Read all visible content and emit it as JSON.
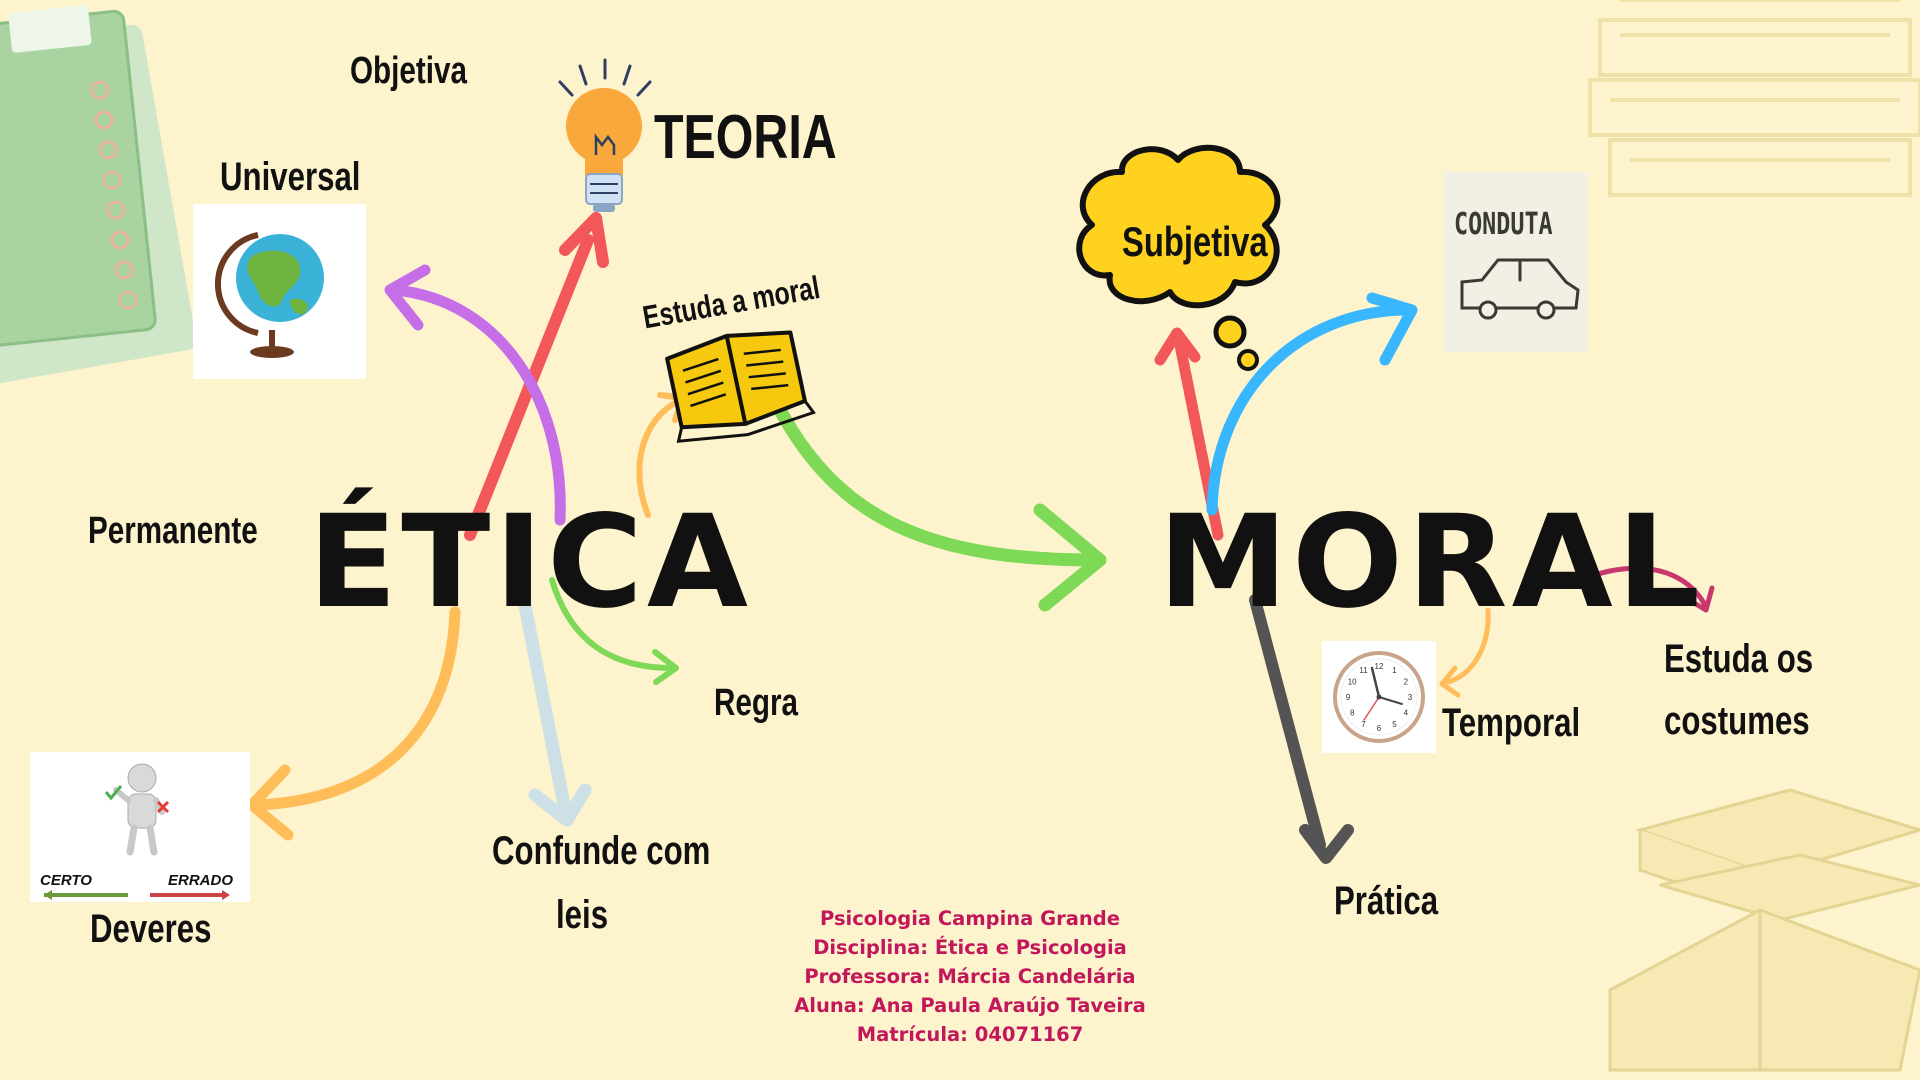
{
  "etica": {
    "title": "ÉTICA",
    "branches": {
      "objetiva": "Objetiva",
      "teoria": "TEORIA",
      "universal": "Universal",
      "permanente": "Permanente",
      "regra": "Regra",
      "confunde_line1": "Confunde com",
      "confunde_line2": "leis",
      "deveres": "Deveres",
      "estuda_moral": "Estuda a moral"
    }
  },
  "moral": {
    "title": "MORAL",
    "branches": {
      "subjetiva": "Subjetiva",
      "conduta": "CONDUTA",
      "temporal": "Temporal",
      "estuda_costumes_line1": "Estuda os",
      "estuda_costumes_line2": "costumes",
      "pratica": "Prática"
    }
  },
  "deveres_card": {
    "certo": "CERTO",
    "errado": "ERRADO"
  },
  "clock": {
    "numbers": [
      "12",
      "1",
      "2",
      "3",
      "4",
      "5",
      "6",
      "7",
      "8",
      "9",
      "10",
      "11"
    ]
  },
  "credits": {
    "line1": "Psicologia  Campina Grande",
    "line2": "Disciplina: Ética e Psicologia",
    "line3": "Professora: Márcia Candelária",
    "line4": "Aluna: Ana Paula Araújo Taveira",
    "line5": "Matrícula: 04071167"
  },
  "colors": {
    "background": "#fdf3cd",
    "red_arrow": "#f2575a",
    "purple_arrow": "#c56ee8",
    "green_arrow": "#7ed957",
    "orange_arrow": "#ffbd59",
    "lightblue_arrow": "#cde0e6",
    "blue_arrow": "#38b6ff",
    "dark_arrow": "#545454",
    "crimson_arrow": "#c8386e",
    "credits_text": "#c2185b",
    "cloud_fill": "#ffd21f"
  },
  "icons": [
    "globe-icon",
    "lightbulb-icon",
    "open-book-icon",
    "thought-cloud-icon",
    "car-icon",
    "clock-icon",
    "person-checkmark-icon",
    "notebook-decoration",
    "book-stack-decoration"
  ]
}
